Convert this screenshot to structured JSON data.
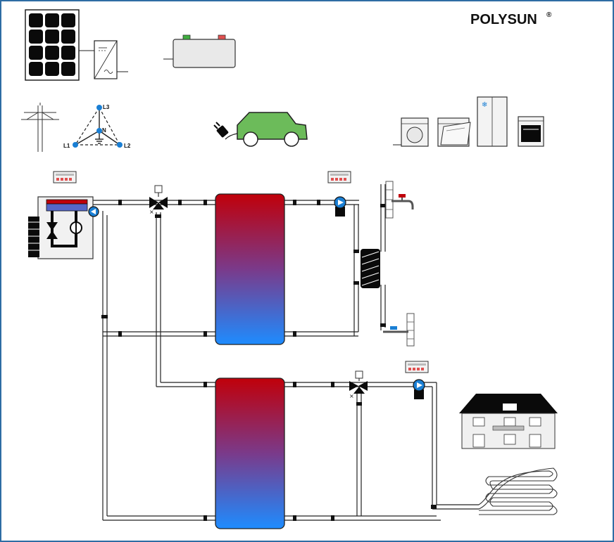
{
  "brand": {
    "name": "POLYSUN",
    "reg": "®"
  },
  "grid_labels": {
    "l1": "L1",
    "l2": "L2",
    "l3": "L3",
    "n": "N"
  },
  "colors": {
    "frame": "#2e6da4",
    "tank_hot": "#c0000a",
    "tank_cold": "#1e8cff",
    "car": "#6cbb5a",
    "pv_cell": "#0a0a0a",
    "node_blue": "#1a7fd4",
    "pipe": "#222222"
  },
  "icons": [
    "solar-panel-icon",
    "inverter-icon",
    "battery-icon",
    "power-pylon-icon",
    "three-phase-grid-icon",
    "electric-car-icon",
    "plug-icon",
    "washing-machine-icon",
    "dishwasher-icon",
    "refrigerator-icon",
    "stove-icon",
    "heat-pump-icon",
    "controller-icon",
    "mixing-valve-icon",
    "pump-icon",
    "storage-tank-icon",
    "heat-exchanger-icon",
    "hot-water-tap-icon",
    "cold-water-tap-icon",
    "house-icon",
    "floor-heating-icon"
  ]
}
